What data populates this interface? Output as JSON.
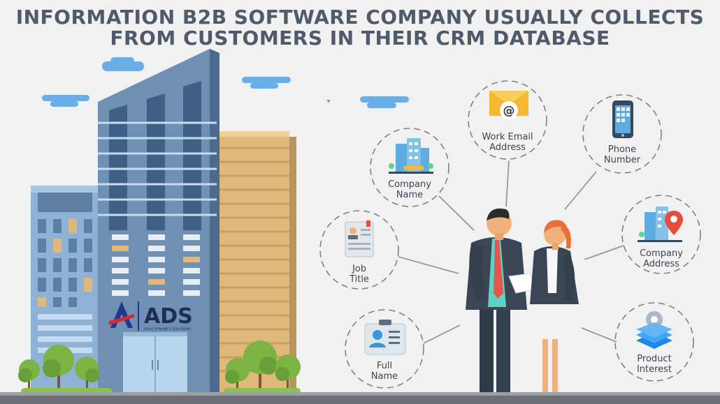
{
  "title": {
    "line1": "INFORMATION B2B SOFTWARE COMPANY USUALLY COLLECTS",
    "line2": "FROM CUSTOMERS IN THEIR CRM DATABASE"
  },
  "logo": {
    "wordmark": "ADS",
    "tagline": "AGILE DYNAMICS SOLUTIONS"
  },
  "nodes": [
    {
      "id": "work-email",
      "line1": "Work Email",
      "line2": "Address",
      "icon": "envelope-at-icon"
    },
    {
      "id": "phone",
      "line1": "Phone",
      "line2": "Number",
      "icon": "smartphone-icon"
    },
    {
      "id": "company-name",
      "line1": "Company",
      "line2": "Name",
      "icon": "office-building-icon"
    },
    {
      "id": "company-address",
      "line1": "Company",
      "line2": "Address",
      "icon": "building-location-pin-icon"
    },
    {
      "id": "job-title",
      "line1": "Job",
      "line2": "Title",
      "icon": "resume-document-icon"
    },
    {
      "id": "full-name",
      "line1": "Full",
      "line2": "Name",
      "icon": "id-badge-icon"
    },
    {
      "id": "product-interest",
      "line1": "Product",
      "line2": "Interest",
      "icon": "layers-gear-icon"
    }
  ],
  "colors": {
    "background": "#f1f1f1",
    "title": "#4f5b6b",
    "tower": "#6f8fb3",
    "side_building": "#e0b97a",
    "suit": "#3a4656",
    "tie": "#e2574c",
    "logo_blue": "#1e3a8a",
    "logo_red": "#d62839"
  }
}
